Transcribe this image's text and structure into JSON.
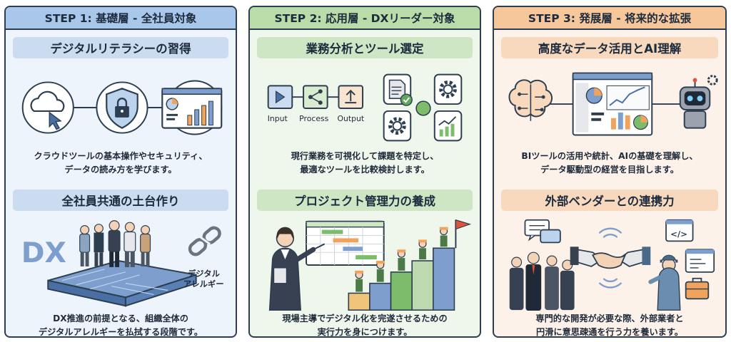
{
  "steps": [
    {
      "header": "STEP 1: 基礎層 - 全社員対象",
      "section1": {
        "title": "デジタルリテラシーの習得",
        "desc_lines": [
          "クラウドツールの基本操作やセキュリティ、",
          "データの読み方を学びます。"
        ]
      },
      "section2": {
        "title": "全社員共通の土台作り",
        "dx_text": "DX",
        "tag_lines": [
          "デジタル",
          "アレルギー"
        ],
        "desc_lines": [
          "DX推進の前提となる、組織全体の",
          "デジタルアレルギーを払拭する段階です。"
        ]
      }
    },
    {
      "header": "STEP 2: 応用層 - DXリーダー対象",
      "section1": {
        "title": "業務分析とツール選定",
        "flow": [
          "Input",
          "Process",
          "Output"
        ],
        "desc_lines": [
          "現行業務を可視化して課題を特定し、",
          "最適なツールを比較検討します。"
        ]
      },
      "section2": {
        "title": "プロジェクト管理力の養成",
        "desc_lines": [
          "現場主導でデジタル化を完遂させるための",
          "実行力を身につけます。"
        ]
      }
    },
    {
      "header": "STEP 3: 発展層 - 将来的な拡張",
      "section1": {
        "title": "高度なデータ活用とAI理解",
        "desc_lines": [
          "BIツールの活用や統計、AIの基礎を理解し、",
          "データ駆動型の経営を目指します。"
        ]
      },
      "section2": {
        "title": "外部ベンダーとの連携力",
        "code_symbol": "</>",
        "desc_lines": [
          "専門的な開発が必要な際、外部業者と",
          "円滑に意思疎通を行う力を養います。"
        ]
      }
    }
  ],
  "icons": {
    "step1_top": [
      "cloud-cursor-icon",
      "shield-lock-icon",
      "dashboard-icon"
    ],
    "step1_bottom": [
      "team-people-icon",
      "chain-link-icon"
    ],
    "step2_top": [
      "play-icon",
      "network-icon",
      "upload-icon",
      "document-check-icon",
      "gear-icon",
      "chart-up-icon"
    ],
    "step2_bottom": [
      "presenter-icon",
      "gantt-chart-icon",
      "climbing-workers-icon",
      "goal-flag-icon"
    ],
    "step3_top": [
      "brain-circuit-icon",
      "bi-dashboard-icon",
      "robot-icon"
    ],
    "step3_bottom": [
      "speech-bubble-icon",
      "handshake-icon",
      "wifi-icon",
      "engineer-icon",
      "code-window-icon",
      "toolbox-icon"
    ]
  },
  "colors": {
    "step1_header": "#a9c7ea",
    "step2_header": "#b9dca9",
    "step3_header": "#f5c79a",
    "border": "#2c3e50"
  }
}
